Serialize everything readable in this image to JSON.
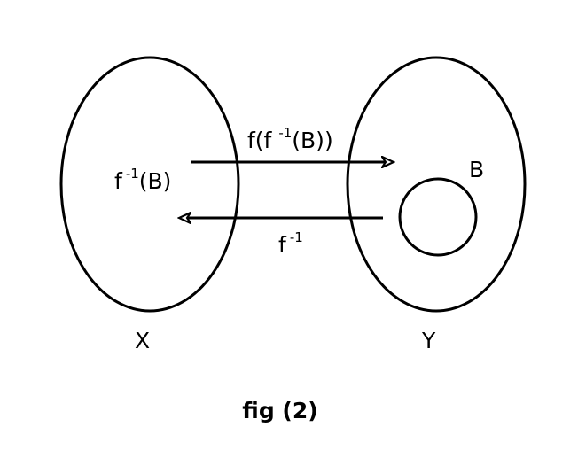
{
  "sets": {
    "domain_label": "X",
    "codomain_label": "Y",
    "subset_label": "B"
  },
  "labels": {
    "preimage": {
      "base": "f",
      "sup": "-1",
      "tail": "(B)"
    },
    "image_of_preimage": {
      "head": "f(f ",
      "sup": "-1",
      "tail": "(B))"
    },
    "inverse_map": {
      "base": "f",
      "sup": "-1"
    }
  },
  "caption": "fig (2)"
}
